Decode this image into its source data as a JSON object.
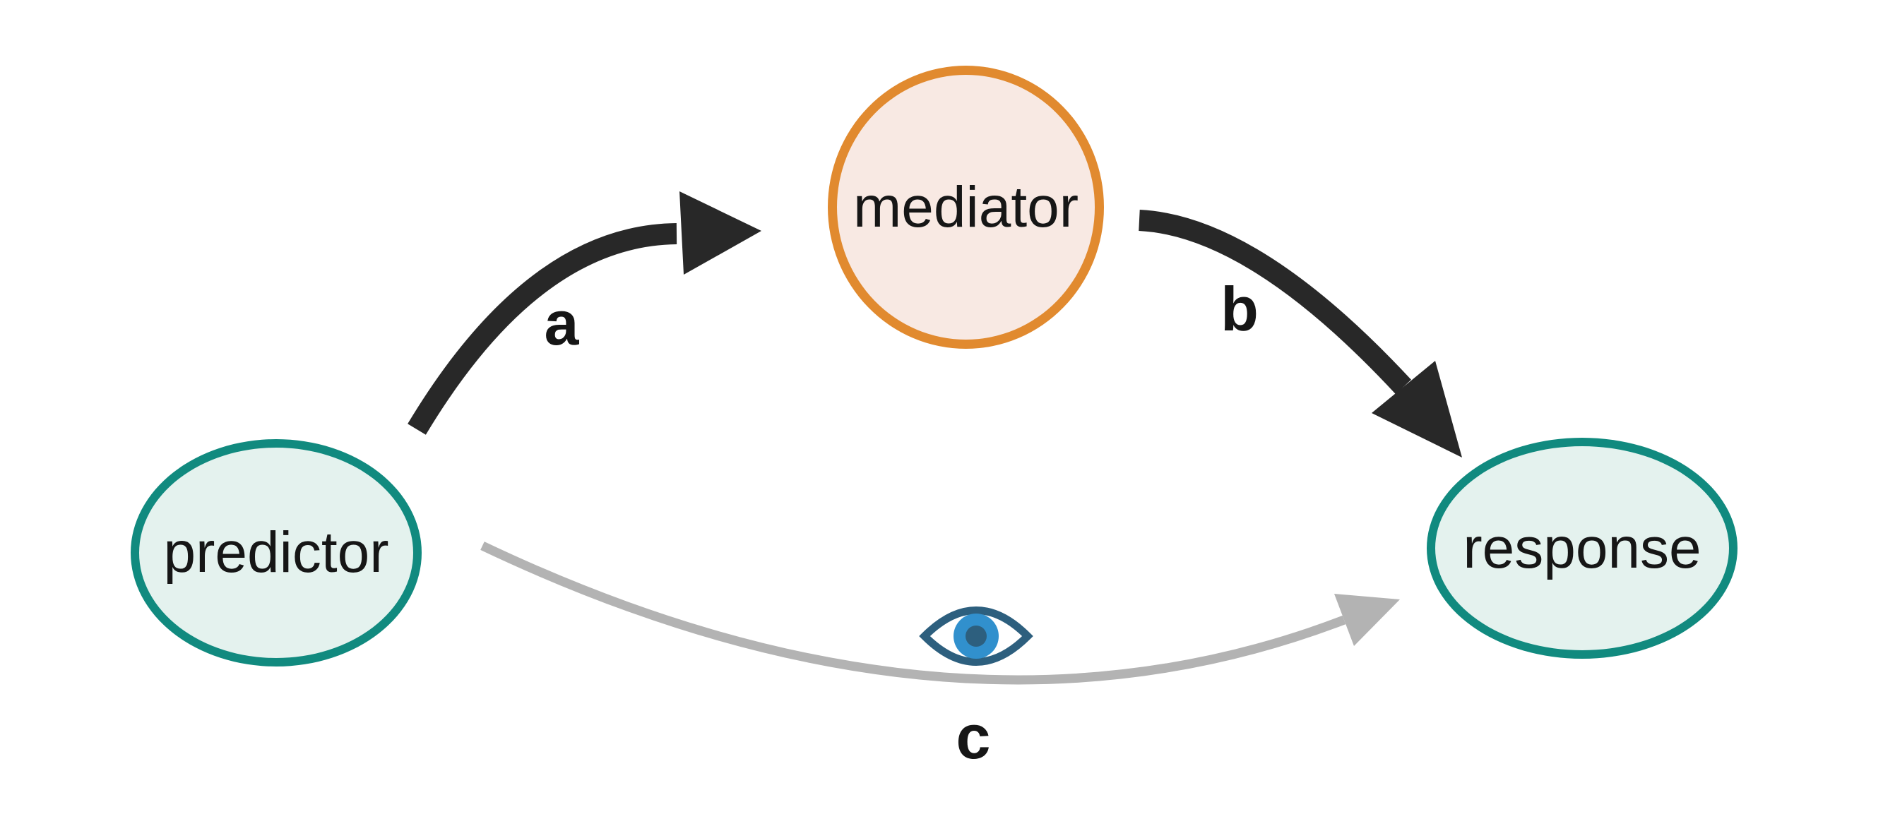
{
  "colors": {
    "background": "#ffffff",
    "node_teal_border": "#118a7f",
    "node_teal_fill": "#e4f2ee",
    "node_orange_border": "#e18a2f",
    "node_orange_fill": "#f8e9e3",
    "arrow_black": "#282828",
    "arrow_gray": "#b3b3b3",
    "eye_outline": "#2d5f7e",
    "eye_iris": "#3190cd",
    "text": "#161616"
  },
  "diagram": {
    "type": "mediation-path-diagram",
    "nodes": {
      "predictor": {
        "label": "predictor",
        "shape": "ellipse",
        "color_scheme": "teal"
      },
      "mediator": {
        "label": "mediator",
        "shape": "circle",
        "color_scheme": "orange"
      },
      "response": {
        "label": "response",
        "shape": "ellipse",
        "color_scheme": "teal"
      }
    },
    "edges": {
      "a": {
        "label": "a",
        "from": "predictor",
        "to": "mediator",
        "style": "black-thick-curved-arrow"
      },
      "b": {
        "label": "b",
        "from": "mediator",
        "to": "response",
        "style": "black-thick-curved-arrow"
      },
      "c": {
        "label": "c",
        "from": "predictor",
        "to": "response",
        "style": "gray-thin-curved-arrow",
        "icon": "eye"
      }
    }
  }
}
